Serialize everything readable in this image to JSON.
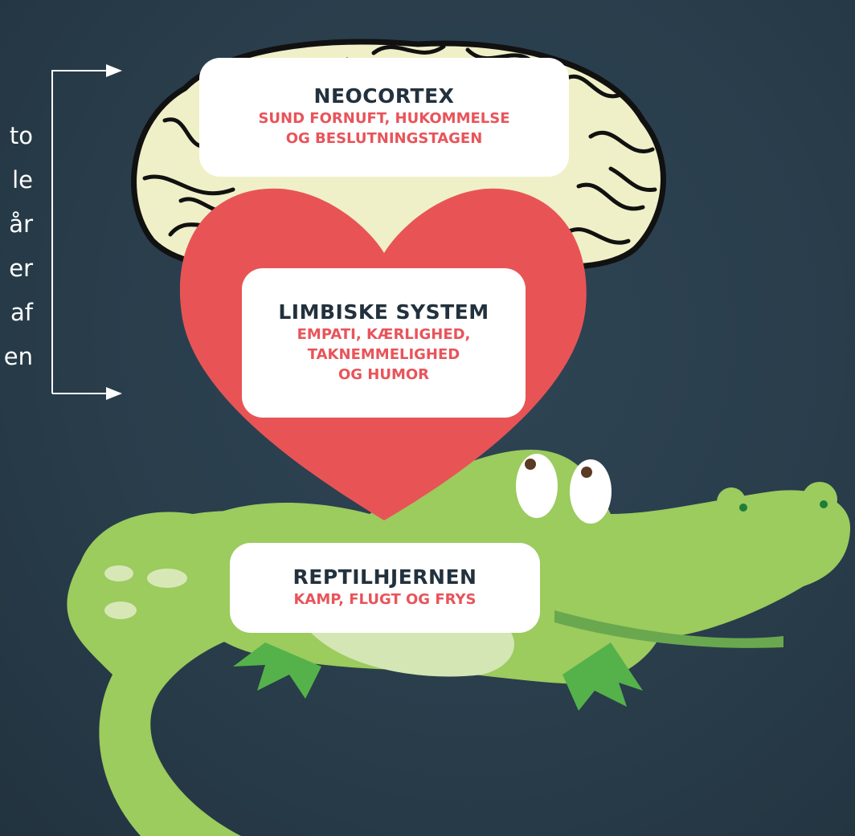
{
  "side_text": {
    "fragments": [
      "to",
      "le",
      "år",
      "er",
      "af",
      "en"
    ]
  },
  "neocortex": {
    "title": "NEOCORTEX",
    "lines": [
      "SUND FORNUFT, HUKOMMELSE",
      "OG BESLUTNINGSTAGEN"
    ]
  },
  "limbic": {
    "title": "LIMBISKE SYSTEM",
    "lines": [
      "EMPATI, KÆRLIGHED,",
      "TAKNEMMELIGHED",
      "OG HUMOR"
    ]
  },
  "reptile": {
    "title": "REPTILHJERNEN",
    "lines": [
      "KAMP, FLUGT OG FRYS"
    ]
  },
  "colors": {
    "background": "#293d4b",
    "brain": "#f0f0c8",
    "heart": "#e85456",
    "crocodile": "#9ccb5e",
    "title_text": "#22313d",
    "subtitle_text": "#e8545a"
  }
}
